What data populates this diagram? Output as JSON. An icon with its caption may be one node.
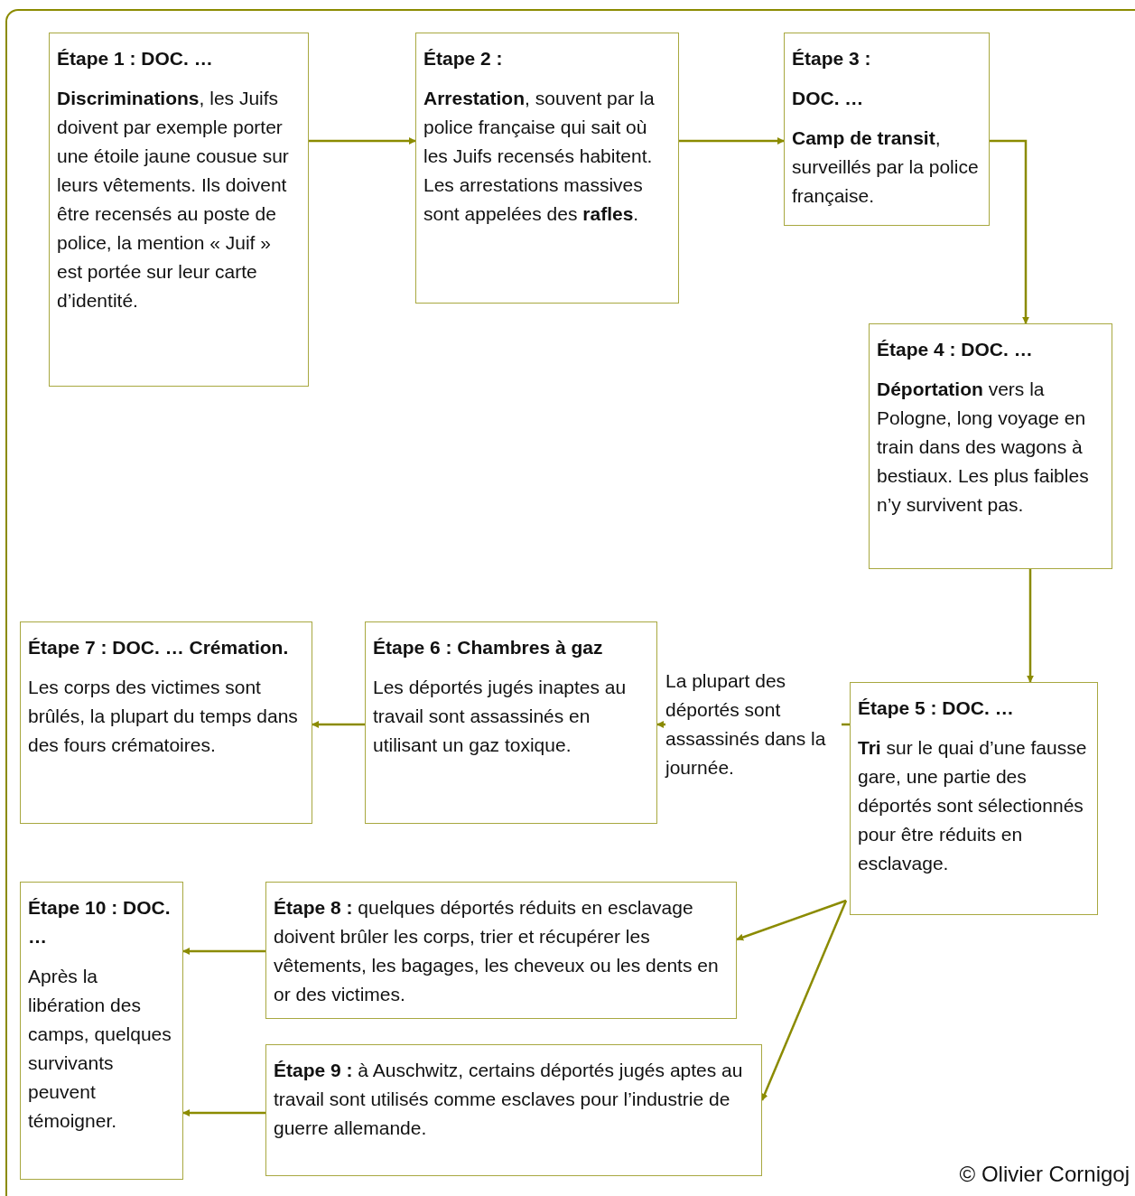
{
  "diagram": {
    "nodes": [
      {
        "text": [
          "Étape 1 : DOC. …",
          "**Discriminations**, les Juifs doivent par exemple porter une étoile jaune cousue sur leurs vêtements. Ils doivent être recensés au poste de police, la mention « Juif » est portée sur leur carte d’identité."
        ]
      },
      {
        "text": [
          "Étape 2 :",
          "**Arrestation**, souvent par la police française qui sait où les Juifs recensés habitent. Les arrestations massives sont appelées des **rafles**."
        ]
      },
      {
        "text": [
          "Étape 3 :",
          "DOC. …",
          "**Camp de transit**, surveillés par la police française."
        ]
      },
      {
        "text": [
          "Étape 4 : DOC. …",
          "**Déportation** vers la Pologne, long voyage en train dans des wagons à bestiaux. Les plus faibles n’y survivent pas."
        ]
      },
      {
        "text": [
          "Étape 5 : DOC. …",
          "**Tri** sur le quai d’une fausse gare, une partie des déportés sont sélectionnés pour être réduits en esclavage."
        ]
      },
      {
        "text": [
          "Étape 6 : Chambres à gaz",
          "Les déportés jugés inaptes au travail sont assassinés en utilisant un gaz toxique."
        ]
      },
      {
        "text": [
          "Étape 7 : DOC. … Crémation.",
          "Les corps des victimes sont brûlés, la plupart du temps dans des fours crématoires."
        ]
      },
      {
        "text": [
          "**Étape 8 :** quelques déportés réduits en esclavage doivent brûler les corps, trier et récupérer les vêtements, les bagages, les cheveux ou les dents en or des victimes."
        ]
      },
      {
        "text": [
          "**Étape 9 :** à Auschwitz, certains déportés jugés aptes au travail sont utilisés comme esclaves pour l’industrie de guerre allemande."
        ]
      },
      {
        "text": [
          "Étape 10 : DOC. …",
          "Après la libération des camps, quelques survivants peuvent témoigner."
        ]
      }
    ],
    "edges": [
      {
        "from": 0,
        "to": 1,
        "arrow": "to"
      },
      {
        "from": 1,
        "to": 2,
        "arrow": "to"
      },
      {
        "from": 2,
        "to": 3,
        "arrow": "to"
      },
      {
        "from": 3,
        "to": 4,
        "arrow": "to"
      },
      {
        "from": 4,
        "to": 5,
        "arrow": "to",
        "label": "La plupart des déportés sont assassinés dans la journée."
      },
      {
        "from": 5,
        "to": 6,
        "arrow": "to"
      },
      {
        "from": 4,
        "to": 7,
        "arrow": "to"
      },
      {
        "from": 4,
        "to": 8,
        "arrow": "to"
      },
      {
        "from": 7,
        "to": 9,
        "arrow": "to"
      },
      {
        "from": 8,
        "to": 9,
        "arrow": "to"
      }
    ],
    "labels": [
      "© Olivier Cornigoj"
    ]
  }
}
